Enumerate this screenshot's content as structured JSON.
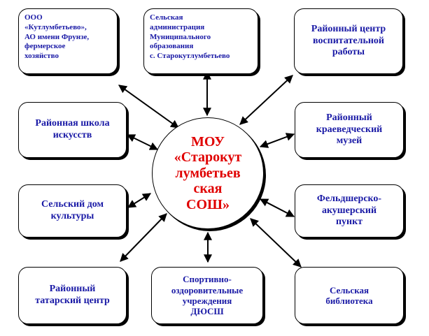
{
  "colors": {
    "node_text": "#1a1aa6",
    "center_text": "#e00000",
    "lines": "#000000"
  },
  "center": {
    "label": "МОУ\n«Старокут\nлумбетьев\nская\nСОШ»"
  },
  "nodes": {
    "ooo": {
      "label": "ООО\n«Кутлумбетьево»,\nАО имени Фрунзе,\nфермерское\nхозяйство"
    },
    "admin": {
      "label": "Сельская\nадминистрация\nМуниципального\nобразования\nс. Старокутлумбетьево"
    },
    "vospit": {
      "label": "Районный центр\nвоспитательной\nработы"
    },
    "shkola_isk": {
      "label": "Районная школа\nискусств"
    },
    "muzei": {
      "label": "Районный\nкраеведческий\nмузей"
    },
    "dom_kult": {
      "label": "Сельский дом\nкультуры"
    },
    "feldsher": {
      "label": "Фельдшерско-\nакушерский\nпункт"
    },
    "tatar": {
      "label": "Районный\nтатарский центр"
    },
    "sport": {
      "label": "Спортивно-\nоздоровительные\nучреждения\nДЮСШ"
    },
    "biblio": {
      "label": "Сельская\nбиблиотека"
    }
  }
}
